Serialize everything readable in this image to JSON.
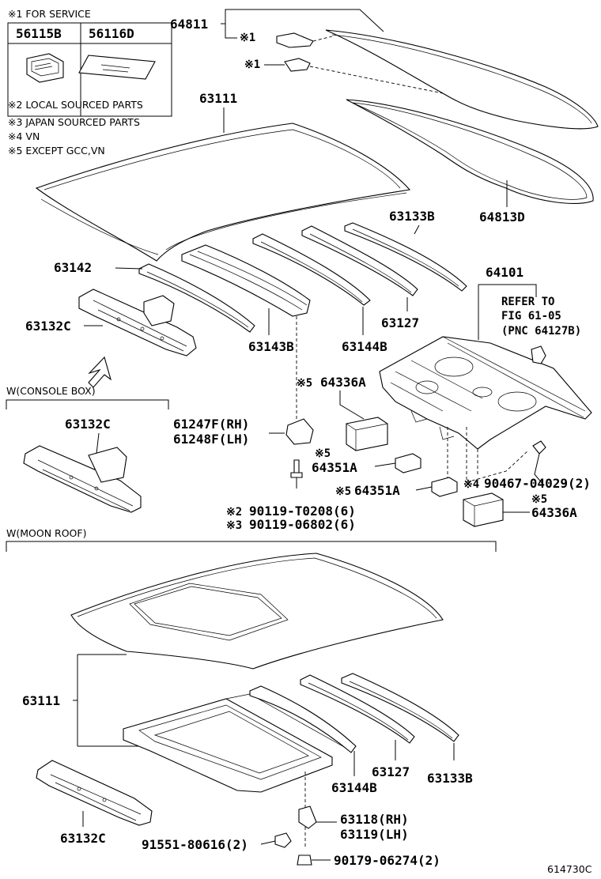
{
  "notes": {
    "service": "※1 FOR SERVICE",
    "service_part_a": "56115B",
    "service_part_b": "56116D",
    "note2": "※2 LOCAL SOURCED PARTS",
    "note3": "※3 JAPAN SOURCED PARTS",
    "note4": "※4 VN",
    "note5": "※5 EXCEPT GCC,VN"
  },
  "labels": {
    "p64811": "64811",
    "mark1a": "※1",
    "mark1b": "※1",
    "p63111_top": "63111",
    "p64813D": "64813D",
    "p63133B_top": "63133B",
    "p63142": "63142",
    "p63132C_top": "63132C",
    "p63143B": "63143B",
    "p63144B_top": "63144B",
    "p63127_top": "63127",
    "p64101": "64101",
    "refer1": "REFER TO",
    "refer2": "FIG 61-05",
    "refer3": "(PNC 64127B)",
    "console_box": "W(CONSOLE BOX)",
    "p63132C_console": "63132C",
    "p61247F": "61247F(RH)",
    "p61248F": "61248F(LH)",
    "mark5a": "※5",
    "p64336A_a": "64336A",
    "mark5b": "※5",
    "p64351A_a": "64351A",
    "mark5c": "※5",
    "p64351A_b": "64351A",
    "mark4": "※4",
    "p90467": "90467-04029(2)",
    "mark5d": "※5",
    "p64336A_b": "64336A",
    "mark2": "※2",
    "p90119a": "90119-T0208(6)",
    "mark3": "※3",
    "p90119b": "90119-06802(6)",
    "moon_roof": "W(MOON ROOF)",
    "p63111_moon": "63111",
    "p63127_moon": "63127",
    "p63133B_moon": "63133B",
    "p63144B_moon": "63144B",
    "p63118": "63118(RH)",
    "p63119": "63119(LH)",
    "p63132C_moon": "63132C",
    "p91551": "91551-80616(2)",
    "p90179": "90179-06274(2)",
    "figure_id": "614730C"
  }
}
